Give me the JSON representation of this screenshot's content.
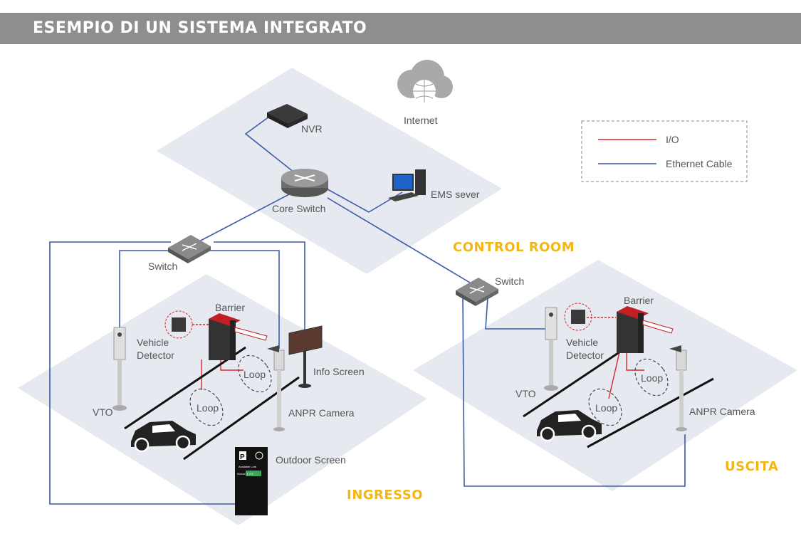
{
  "header": {
    "title": "ESEMPIO DI UN SISTEMA INTEGRATO"
  },
  "zones": {
    "control_room": "CONTROL ROOM",
    "entrance": "INGRESSO",
    "exit": "USCITA"
  },
  "legend": {
    "io": "I/O",
    "ethernet": "Ethernet Cable"
  },
  "colors": {
    "io_line": "#d7262b",
    "ethernet_line": "#3b5ba9",
    "zone_text": "#f2b616",
    "banner": "#8e8e8e",
    "platform": "#e6e9ef"
  },
  "devices": {
    "internet": "Internet",
    "nvr": "NVR",
    "core_switch": "Core Switch",
    "ems_server": "EMS sever",
    "switch_entrance": "Switch",
    "switch_exit": "Switch",
    "barrier_entrance": "Barrier",
    "barrier_exit": "Barrier",
    "vehicle_detector_entrance": [
      "Vehicle",
      "Detector"
    ],
    "vehicle_detector_exit": [
      "Vehicle",
      "Detector"
    ],
    "info_screen": "Info Screen",
    "vto_entrance": "VTO",
    "vto_exit": "VTO",
    "anpr_entrance": "ANPR Camera",
    "anpr_exit": "ANPR Camera",
    "outdoor_screen": "Outdoor Screen",
    "loop": "Loop"
  },
  "outdoor_screen_panel": {
    "logo": "P",
    "caption": "Available Lots",
    "count": "Indoor: 1 2 5"
  }
}
